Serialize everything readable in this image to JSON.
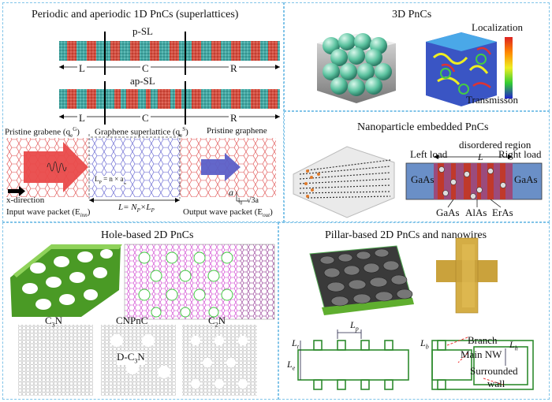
{
  "colors": {
    "panel_border": "#7fc3e8",
    "sl_red": "#c0392b",
    "sl_teal": "#2e9e9a",
    "arrow_red": "#e94a4a",
    "arrow_blue": "#5b5fc7",
    "gaas": "#6a8fc7",
    "green_struct": "#5fae2f",
    "gray_pillar": "#7a7a7a",
    "gold": "#c9a23a",
    "sphere": "#5cc3a0"
  },
  "p1": {
    "title": "Periodic and aperiodic 1D PnCs (superlattices)",
    "psl": "p-SL",
    "apsl": "ap-SL",
    "L": "L",
    "C": "C",
    "R": "R",
    "pristine_left": "Pristine grabene (q",
    "pristine_left_sub": "e",
    "pristine_left_sup": "G",
    "pristine_left_end": ")",
    "sl_label": "Graphene superlattice (q",
    "sl_label_sub": "e",
    "sl_label_sup": "S",
    "sl_label_end": ")",
    "pristine_right": "Pristine graphene",
    "lp_eq": "L",
    "lp_sub": "P",
    "lp_rest": " = n × a",
    "l_eq": "L= N",
    "l_eq_sub1": "P",
    "l_eq_mid": "×L",
    "l_eq_sub2": "P",
    "xdir": "x-direction",
    "input": "Input wave packet (E",
    "input_sub": "inn",
    "input_end": ")",
    "output": "Output wave packet (E",
    "output_sub": "out",
    "output_end": ")",
    "a": "a",
    "sqrt3a": "√3a",
    "l0": "l",
    "l0sub": "0"
  },
  "p2": {
    "title": "3D PnCs",
    "localization": "Localization",
    "transmission": "Transmisson"
  },
  "p3": {
    "title": "Nanoparticle embedded PnCs",
    "disordered": "disordered region",
    "L": "L",
    "left_load": "Left load",
    "right_load": "Right load",
    "gaas1": "GaAs",
    "gaas2": "GaAs",
    "bottom_gaas": "GaAs",
    "alas": "AlAs",
    "eras": "ErAs"
  },
  "p4": {
    "title": "Hole-based 2D PnCs",
    "c3n": "C",
    "c3n_sub": "3",
    "c3n_end": "N",
    "cnpnc": "CNPnC",
    "c2n": "C",
    "c2n_sub": "2",
    "c2n_end": "N",
    "dc3n": "D-C",
    "dc3n_sub": "3",
    "dc3n_end": "N"
  },
  "p5": {
    "title": "Pillar-based 2D PnCs and nanowires",
    "lp": "L",
    "lp_sub": "p",
    "lt": "L",
    "lt_sub": "t",
    "le": "L",
    "le_sub": "e",
    "lb": "L",
    "lb_sub": "b",
    "lh": "L",
    "lh_sub": "h",
    "branch": "Branch",
    "mainnw": "Main NW",
    "surrounded": "Surrounded",
    "wall": "wall"
  }
}
